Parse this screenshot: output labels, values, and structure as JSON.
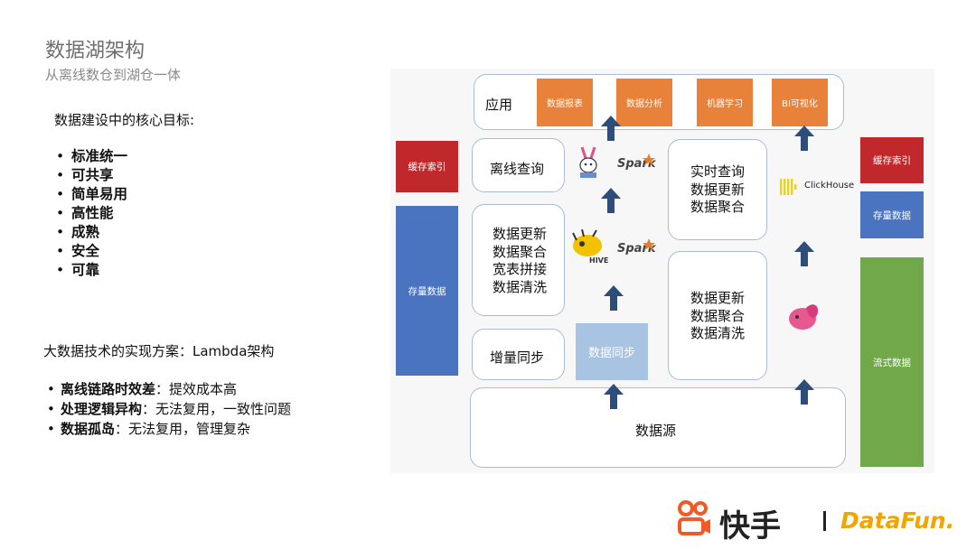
{
  "header": {
    "title": "数据湖架构",
    "subtitle": "从离线数仓到湖仓一体"
  },
  "goals": {
    "heading": "数据建设中的核心目标:",
    "items": [
      "标准统一",
      "可共享",
      "简单易用",
      "高性能",
      "成熟",
      "安全",
      "可靠"
    ]
  },
  "lambda": {
    "heading": "大数据技术的实现方案：Lambda架构",
    "issues": [
      {
        "bold": "离线链路时效差",
        "rest": "：提效成本高"
      },
      {
        "bold": "处理逻辑异构",
        "rest": "：无法复用，一致性问题"
      },
      {
        "bold": "数据孤岛",
        "rest": "：无法复用，管理复杂"
      }
    ]
  },
  "diagram": {
    "app_label": "应用",
    "app_items": [
      "数据报表",
      "数据分析",
      "机器学习",
      "BI可视化"
    ],
    "offline_query": "离线查询",
    "realtime_query": [
      "实时查询",
      "数据更新",
      "数据聚合"
    ],
    "batch_processing": [
      "数据更新",
      "数据聚合",
      "宽表拼接",
      "数据清洗"
    ],
    "stream_processing": [
      "数据更新",
      "数据聚合",
      "数据清洗"
    ],
    "incremental_sync": "增量同步",
    "data_sync": "数据同步",
    "data_source": "数据源",
    "left_cache": "缓存索引",
    "left_storage": "存量数据",
    "right_cache": "缓存索引",
    "right_storage": "存量数据",
    "right_stream": "流式数据",
    "spark_label": "Spark",
    "hive_label": "HIVE",
    "clickhouse_label": "ClickHouse"
  },
  "footer": {
    "brand": "快手",
    "partner": "DataFun."
  },
  "colors": {
    "orange": "#e8813a",
    "red": "#c0282b",
    "blue": "#4a73c0",
    "green": "#70a84a",
    "arrow": "#2e4d7b"
  }
}
